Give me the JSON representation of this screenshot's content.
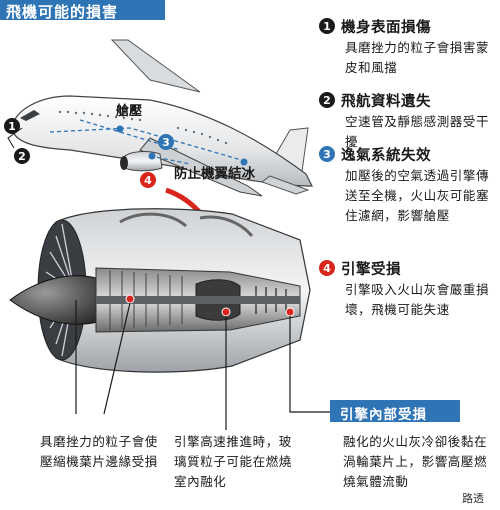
{
  "title": "飛機可能的損害",
  "labels": {
    "cabin_pressure": "艙壓",
    "anti_ice": "防止機翼結冰"
  },
  "markers": {
    "m1": "1",
    "m2": "2",
    "m3": "3",
    "m4": "4"
  },
  "items": [
    {
      "num": "1",
      "title": "機身表面損傷",
      "body": "具磨挫力的粒子會損害蒙皮和風擋",
      "color": "#1a1a1a"
    },
    {
      "num": "2",
      "title": "飛航資料遺失",
      "body": "空速管及靜態感測器受干擾",
      "color": "#1a1a1a"
    },
    {
      "num": "3",
      "title": "逸氣系統失效",
      "body": "加壓後的空氣透過引擎傳送至全機，火山灰可能塞住濾網，影響艙壓",
      "color": "#2f74b5"
    },
    {
      "num": "4",
      "title": "引擎受損",
      "body": "引擎吸入火山灰會嚴重損壞，飛機可能失速",
      "color": "#d9261c"
    }
  ],
  "engine_tag": "引擎內部受損",
  "captions": {
    "left": "具磨挫力的粒子會使壓縮機葉片邊緣受損",
    "middle": "引擎高速推進時，玻璃質粒子可能在燃燒室內融化",
    "right": "融化的火山灰冷卻後黏在渦輪葉片上，影響高壓燃燒氣體流動"
  },
  "credit": "路透",
  "colors": {
    "accent_blue": "#2f74b5",
    "accent_red": "#d9261c",
    "dark": "#1a1a1a"
  }
}
